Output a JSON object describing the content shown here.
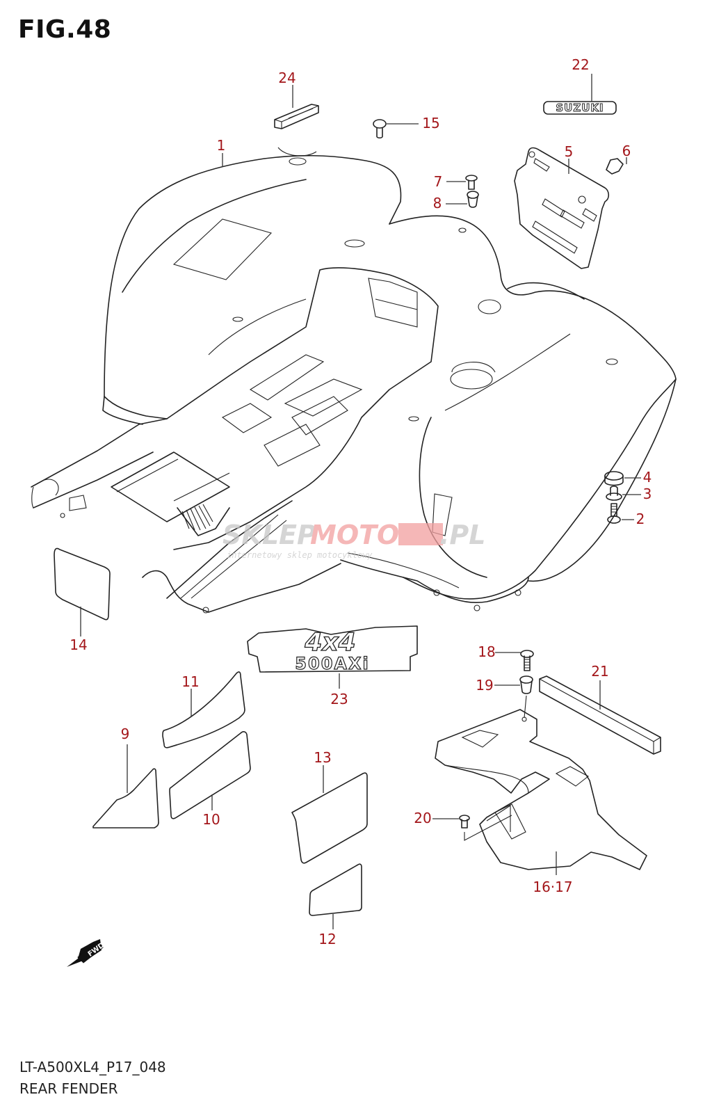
{
  "figure": {
    "title": "FIG.48",
    "model_code": "LT-A500XL4_P17_048",
    "section_name": "REAR FENDER"
  },
  "callouts": {
    "c1": "1",
    "c2": "2",
    "c3": "3",
    "c4": "4",
    "c5": "5",
    "c6": "6",
    "c7": "7",
    "c8": "8",
    "c9": "9",
    "c10": "10",
    "c11": "11",
    "c12": "12",
    "c13": "13",
    "c14": "14",
    "c15": "15",
    "c16_17": "16·17",
    "c18": "18",
    "c19": "19",
    "c20": "20",
    "c21": "21",
    "c22": "22",
    "c23": "23",
    "c24": "24"
  },
  "emblems": {
    "suzuki_text": "SUZUKI",
    "badge_line1": "4x4",
    "badge_line2": "500AXi",
    "fwd_label": "FWD"
  },
  "watermark": {
    "part1": "SKLEP",
    "part2": "MOTO46",
    "part3": ".PL",
    "tagline": "internetowy sklep motocyklowy"
  },
  "colors": {
    "callout": "#a3161a",
    "line": "#222222",
    "watermark_grey": "#c8c8c8",
    "watermark_red": "#f2a0a0"
  }
}
